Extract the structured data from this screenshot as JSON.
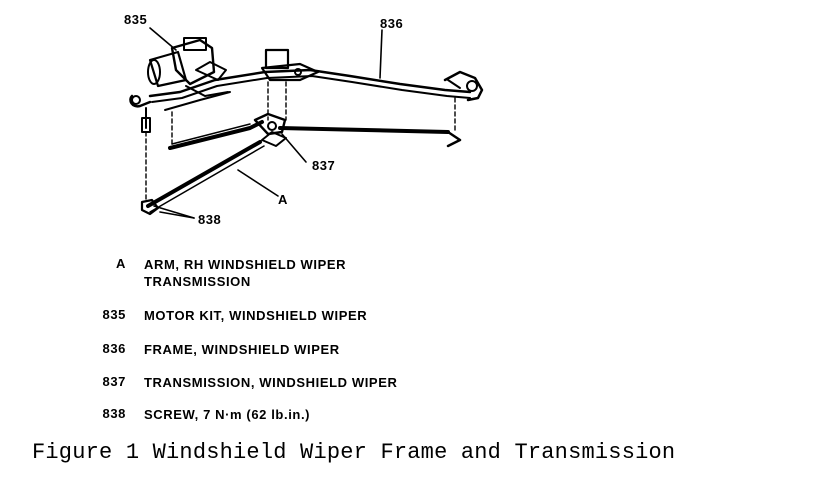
{
  "callouts": {
    "c835": "835",
    "c836": "836",
    "c837": "837",
    "c838": "838",
    "cA": "A"
  },
  "legend": [
    {
      "key": "A",
      "lines": [
        "ARM, RH WINDSHIELD WIPER",
        "TRANSMISSION"
      ]
    },
    {
      "key": "835",
      "lines": [
        "MOTOR KIT, WINDSHIELD WIPER"
      ]
    },
    {
      "key": "836",
      "lines": [
        "FRAME, WINDSHIELD WIPER"
      ]
    },
    {
      "key": "837",
      "lines": [
        "TRANSMISSION, WINDSHIELD WIPER"
      ]
    },
    {
      "key": "838",
      "lines": [
        "SCREW, 7 N·m (62 lb.in.)"
      ]
    }
  ],
  "caption": "Figure 1 Windshield Wiper Frame and Transmission"
}
